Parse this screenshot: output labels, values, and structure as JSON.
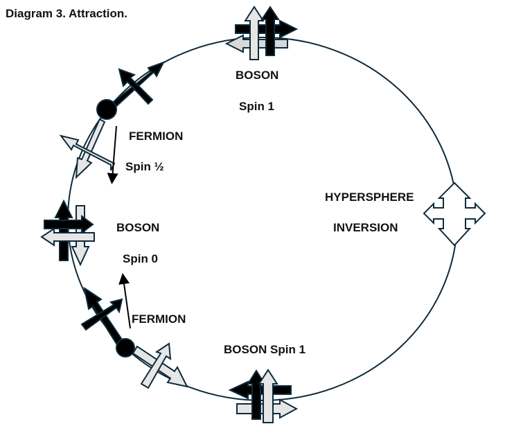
{
  "title": "Diagram 3. Attraction.",
  "labels": {
    "boson_top": "BOSON",
    "spin_top": "Spin 1",
    "fermion_upper": "FERMION",
    "spin_half": "Spin ½",
    "boson_left": "BOSON",
    "spin_zero": "Spin 0",
    "fermion_lower": "FERMION",
    "boson_bottom": "BOSON Spin 1",
    "hypersphere": "HYPERSPHERE",
    "inversion": "INVERSION"
  },
  "colors": {
    "outline": "#0e2a3a",
    "dark_arrow": "#000000",
    "light_arrow": "#e6e6e6",
    "background": "#ffffff"
  },
  "icons": {
    "hypersphere_inversion": "four-way-arrow-diamond-icon",
    "particle": "filled-circle-icon"
  }
}
